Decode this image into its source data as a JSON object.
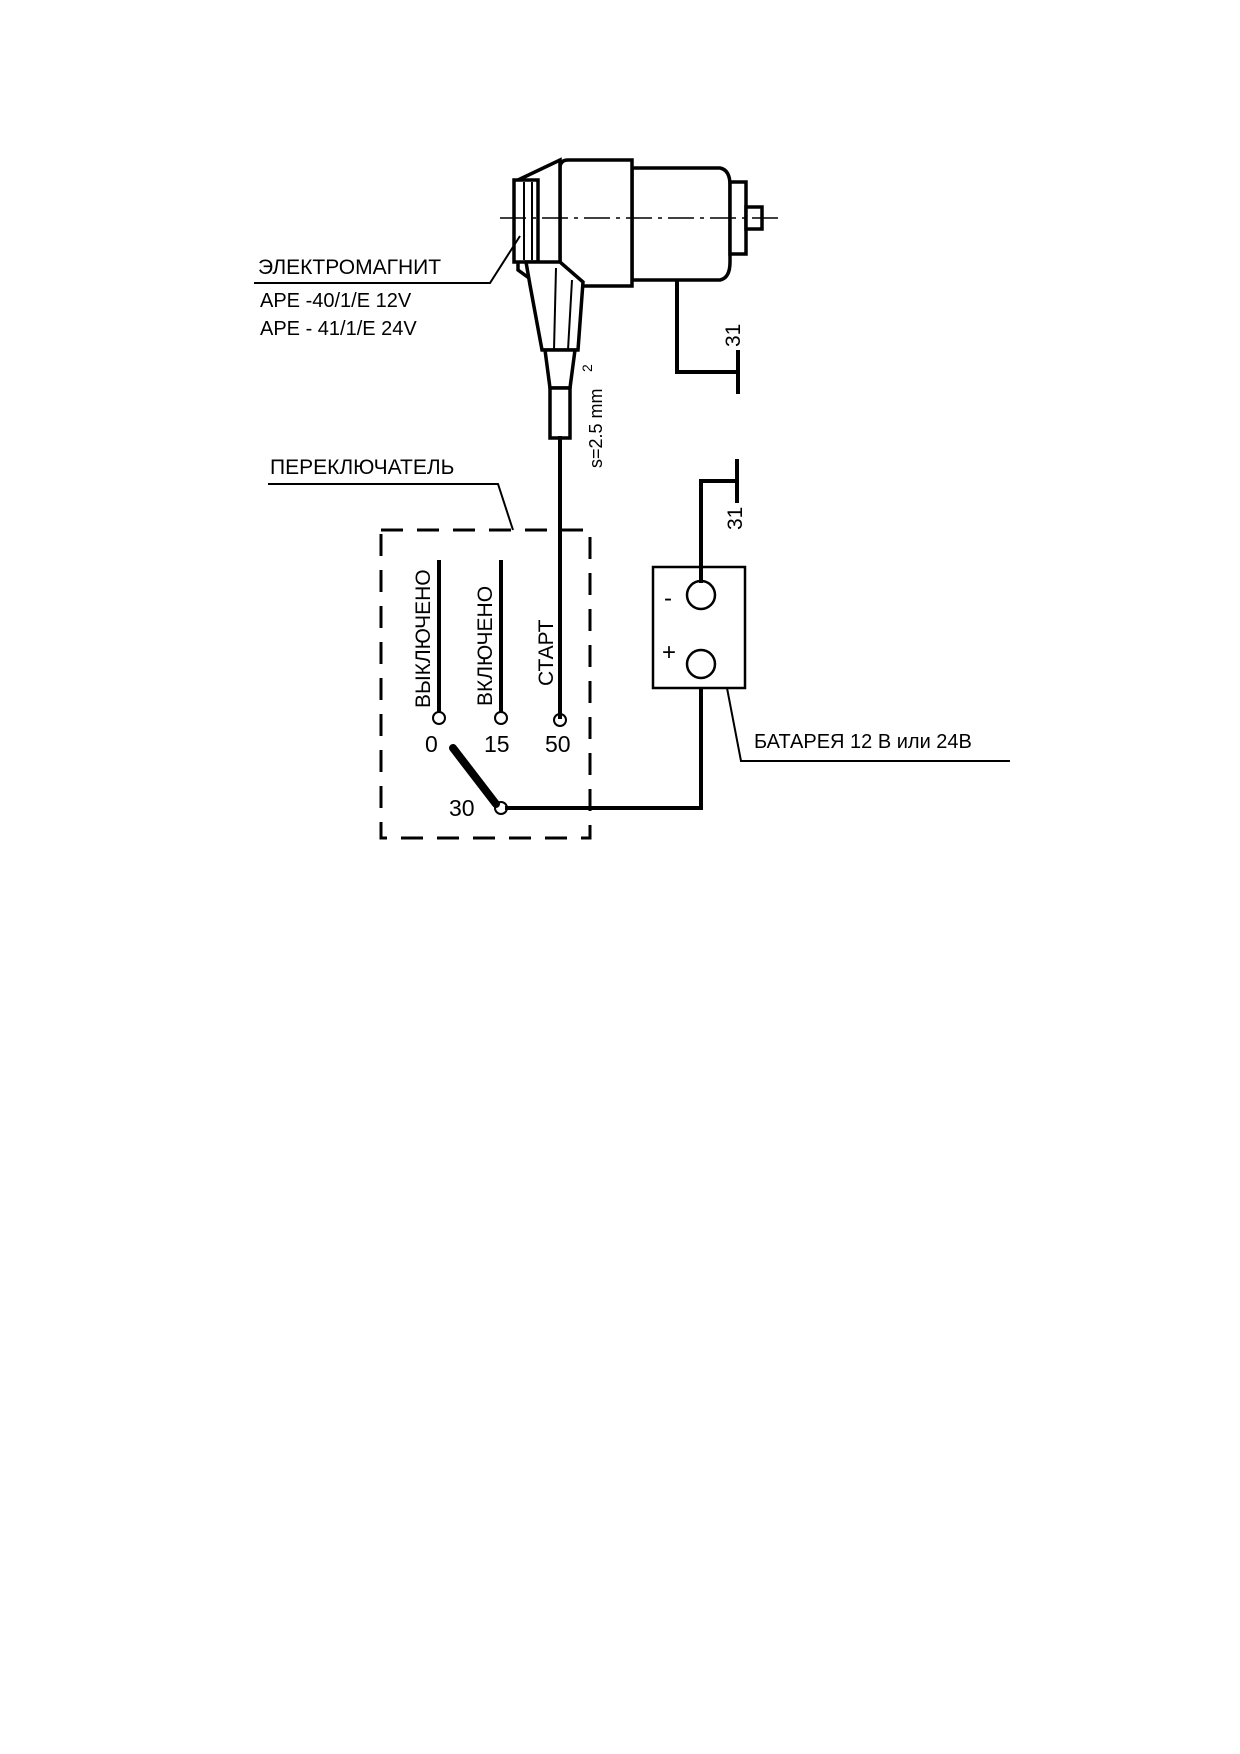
{
  "solenoid": {
    "title": "ЭЛЕКТРОМАГНИТ",
    "models": [
      "APE -40/1/E 12V",
      "APE - 41/1/E 24V"
    ]
  },
  "wire": {
    "cross_section": "s=2.5 mm",
    "cross_section_exp": "2"
  },
  "ground_labels": {
    "upper": "31",
    "lower": "31"
  },
  "switch": {
    "title": "ПЕРЕКЛЮЧАТЕЛЬ",
    "positions": [
      {
        "label": "ВЫКЛЮЧЕНО",
        "terminal": "0"
      },
      {
        "label": "ВКЛЮЧЕНО",
        "terminal": "15"
      },
      {
        "label": "СТАРТ",
        "terminal": "50"
      }
    ],
    "common_terminal": "30"
  },
  "battery": {
    "label": "БАТАРЕЯ 12 В или 24В",
    "minus": "-",
    "plus": "+"
  }
}
